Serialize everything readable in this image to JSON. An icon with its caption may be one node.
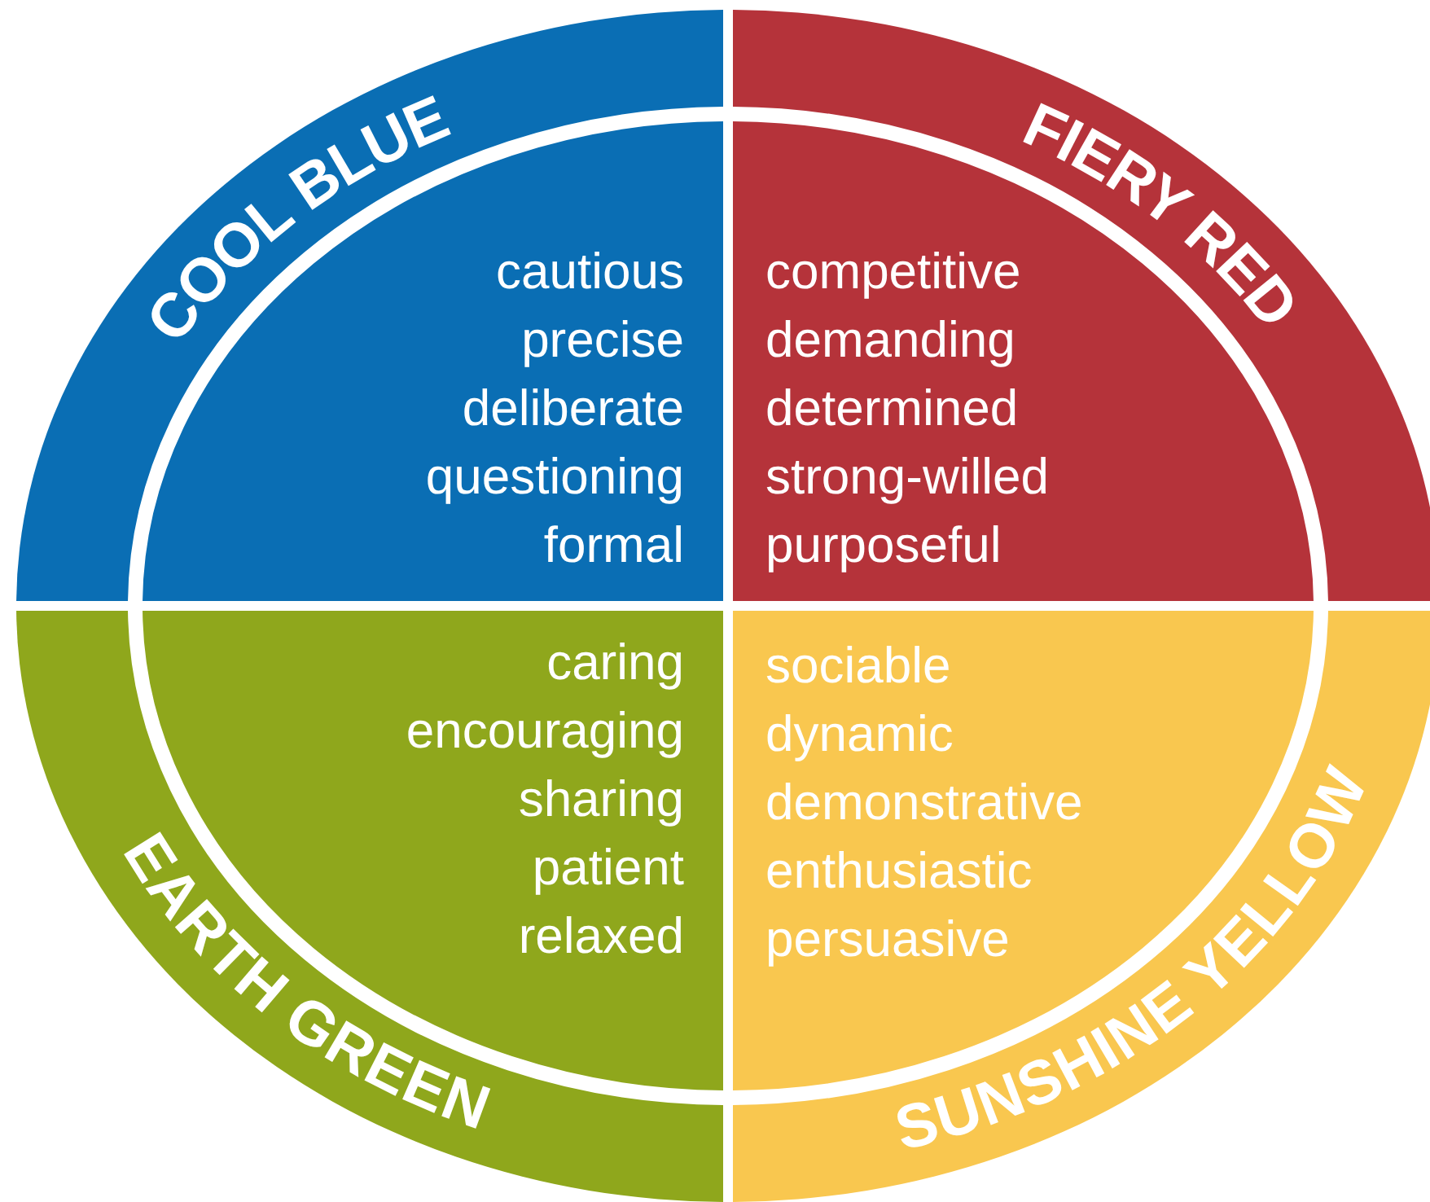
{
  "diagram": {
    "nodes": [
      {
        "text": [
          "COOL BLUE",
          "cautious precise deliberate questioning formal"
        ]
      },
      {
        "text": [
          "FIERY RED",
          "competitive demanding determined strong-willed purposeful"
        ]
      },
      {
        "text": [
          "EARTH GREEN",
          "caring encouraging sharing patient relaxed"
        ]
      },
      {
        "text": [
          "SUNSHINE YELLOW",
          "sociable dynamic demonstrative enthusiastic persuasive"
        ]
      }
    ]
  }
}
